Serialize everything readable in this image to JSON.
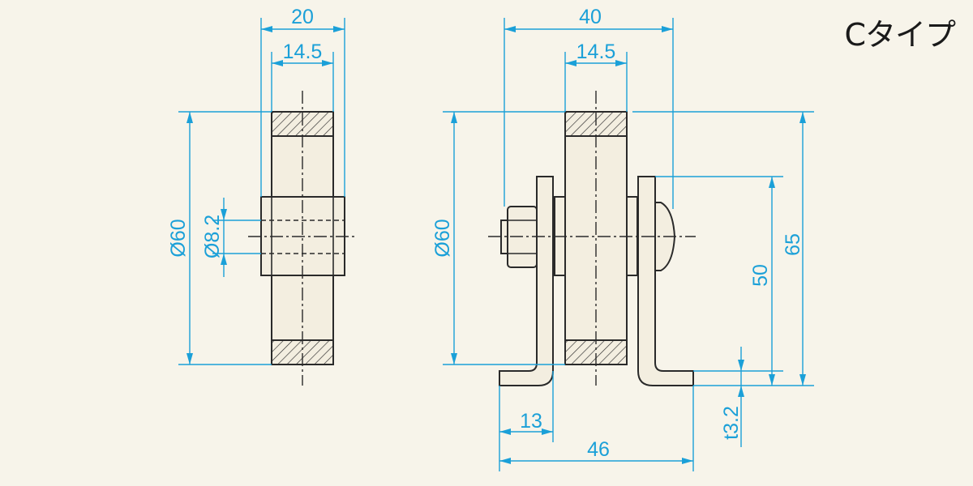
{
  "title": "Cタイプ",
  "colors": {
    "background": "#f7f4ea",
    "dimension": "#1ba0d8",
    "outline": "#2a2a2a"
  },
  "side_view": {
    "width_overall": "20",
    "width_tread": "14.5",
    "diameter_wheel": "Ø60",
    "diameter_bore": "Ø8.2"
  },
  "front_view": {
    "width_overall": "40",
    "width_tread": "14.5",
    "diameter_wheel": "Ø60",
    "height_axle": "50",
    "height_total": "65",
    "plate_thickness": "t3.2",
    "bracket_offset": "13",
    "base_width": "46"
  }
}
